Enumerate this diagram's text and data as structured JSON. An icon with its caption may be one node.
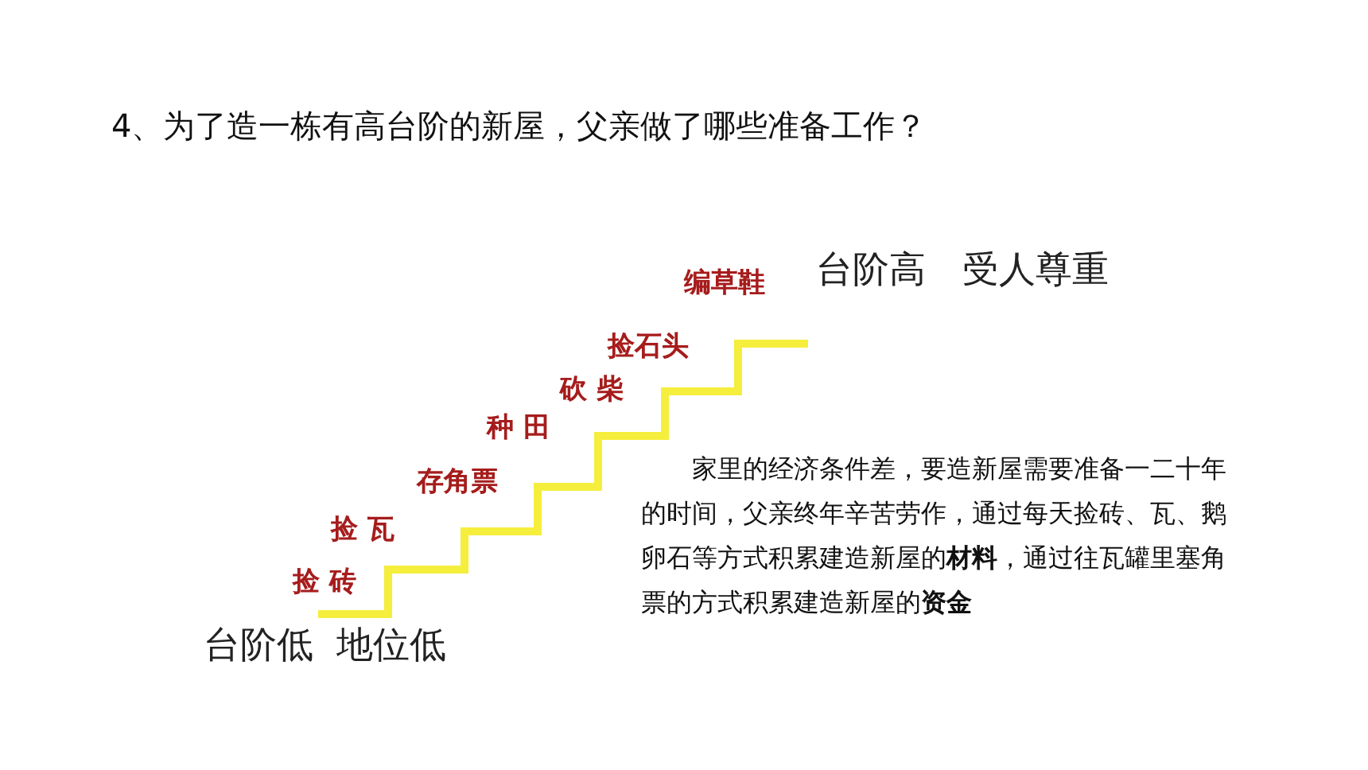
{
  "diagram": {
    "title": "4、为了造一栋有高台阶的新屋，父亲做了哪些准备工作？",
    "labels": [
      "编草鞋",
      "台阶高　受人尊重",
      "捡石头",
      "砍 柴",
      "种 田",
      "存角票",
      "家里的经济条件差，要造新屋需要准备一二十年的时间，父亲终年辛苦劳作，通过每天捡砖、瓦、鹅卵石等方式积累建造新屋的**材料**，通过往瓦罐里塞角票的方式积累建造新屋的**资金**",
      "捡 瓦",
      "捡 砖",
      "台阶低  地位低"
    ]
  }
}
